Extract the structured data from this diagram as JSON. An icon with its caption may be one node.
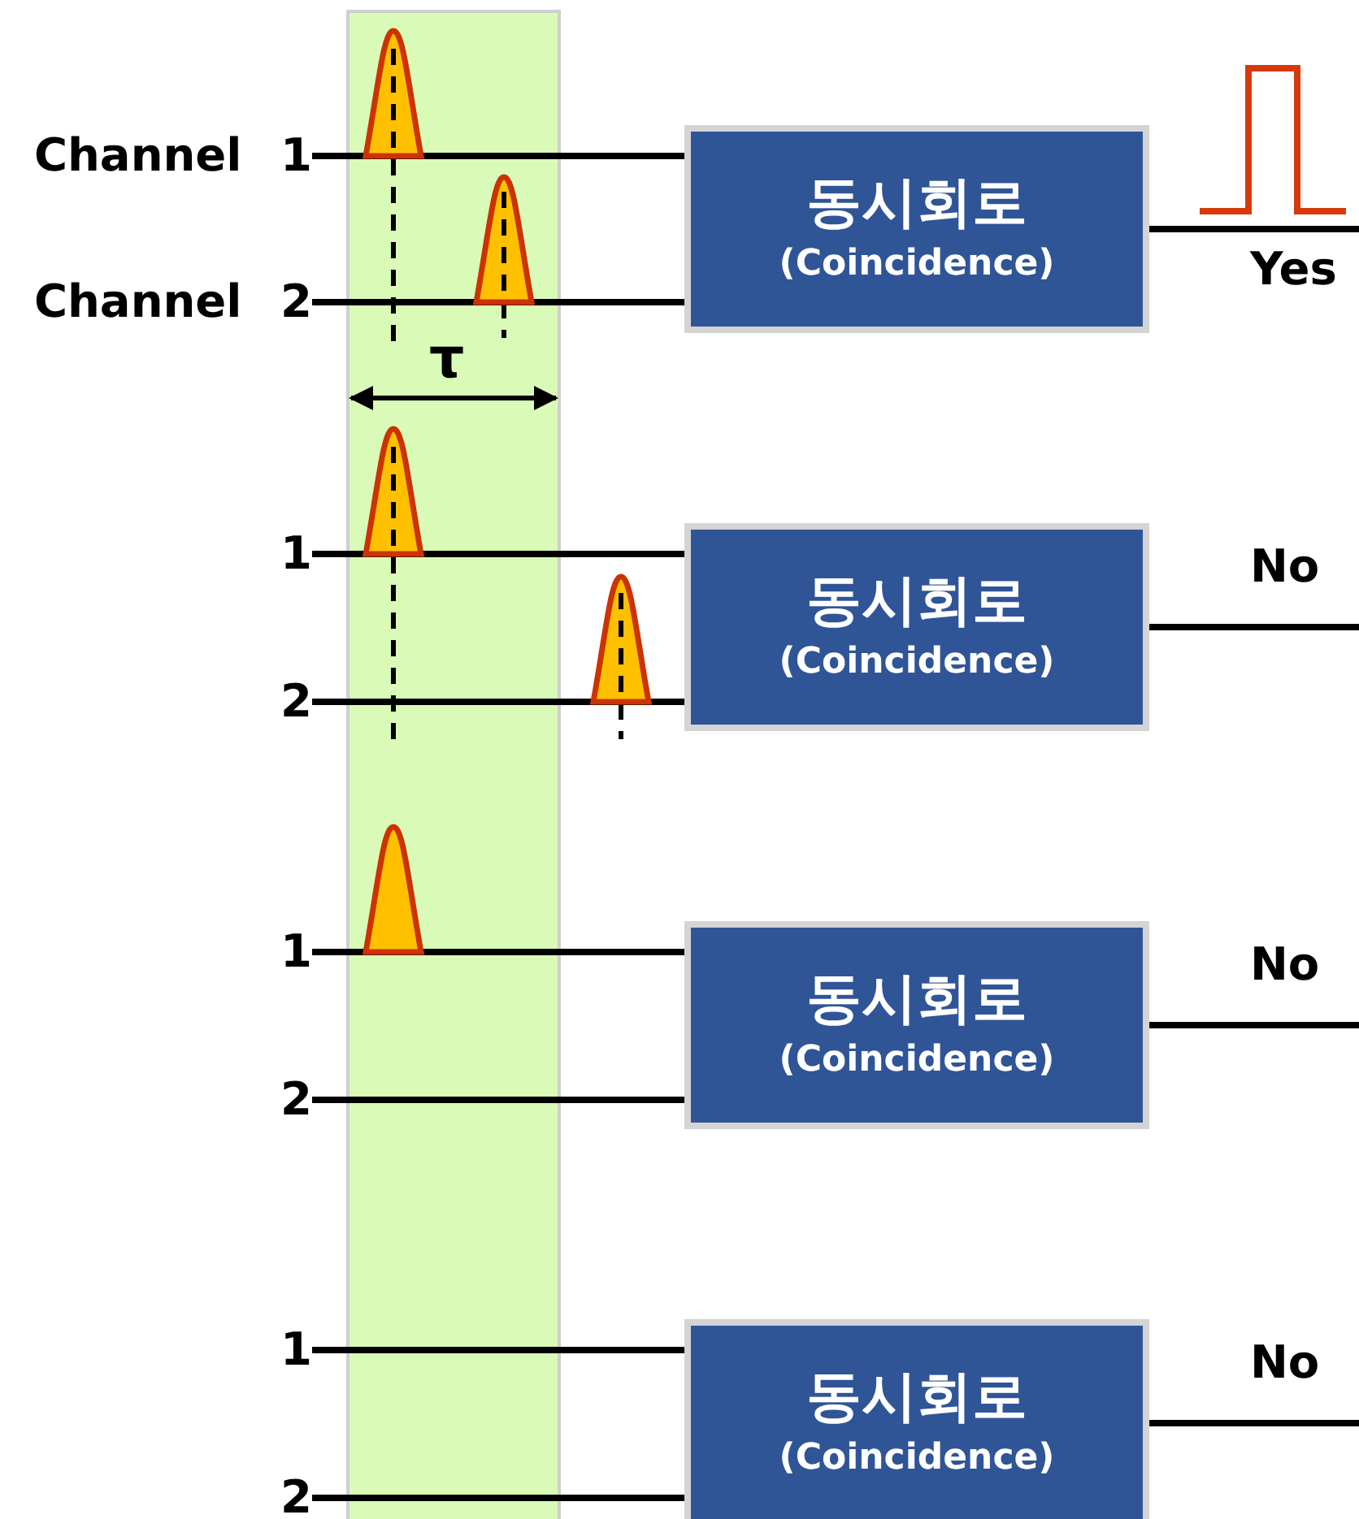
{
  "diagram": {
    "nodes": [
      {
        "text": [
          "Channel 1"
        ]
      },
      {
        "text": [
          "Channel 2"
        ]
      },
      {
        "text": [
          "동시회로",
          "(Coincidence)"
        ]
      },
      {
        "text": [
          "1"
        ]
      },
      {
        "text": [
          "2"
        ]
      },
      {
        "text": [
          "동시회로",
          "(Coincidence)"
        ]
      },
      {
        "text": [
          "1"
        ]
      },
      {
        "text": [
          "2"
        ]
      },
      {
        "text": [
          "동시회로",
          "(Coincidence)"
        ]
      },
      {
        "text": [
          "1"
        ]
      },
      {
        "text": [
          "2"
        ]
      },
      {
        "text": [
          "동시회로",
          "(Coincidence)"
        ]
      }
    ],
    "edges": [
      {
        "from": 0,
        "to": 2,
        "arrow": "none"
      },
      {
        "from": 1,
        "to": 2,
        "arrow": "none"
      },
      {
        "from": 2,
        "to": null,
        "arrow": "none",
        "label": "Yes"
      },
      {
        "from": 3,
        "to": 5,
        "arrow": "none"
      },
      {
        "from": 4,
        "to": 5,
        "arrow": "none"
      },
      {
        "from": 5,
        "to": null,
        "arrow": "none",
        "label": "No"
      },
      {
        "from": 6,
        "to": 8,
        "arrow": "none"
      },
      {
        "from": 7,
        "to": 8,
        "arrow": "none"
      },
      {
        "from": 8,
        "to": null,
        "arrow": "none",
        "label": "No"
      },
      {
        "from": 9,
        "to": 11,
        "arrow": "none"
      },
      {
        "from": 10,
        "to": 11,
        "arrow": "none"
      },
      {
        "from": 11,
        "to": null,
        "arrow": "none",
        "label": "No"
      }
    ],
    "labels": [
      "τ"
    ]
  }
}
